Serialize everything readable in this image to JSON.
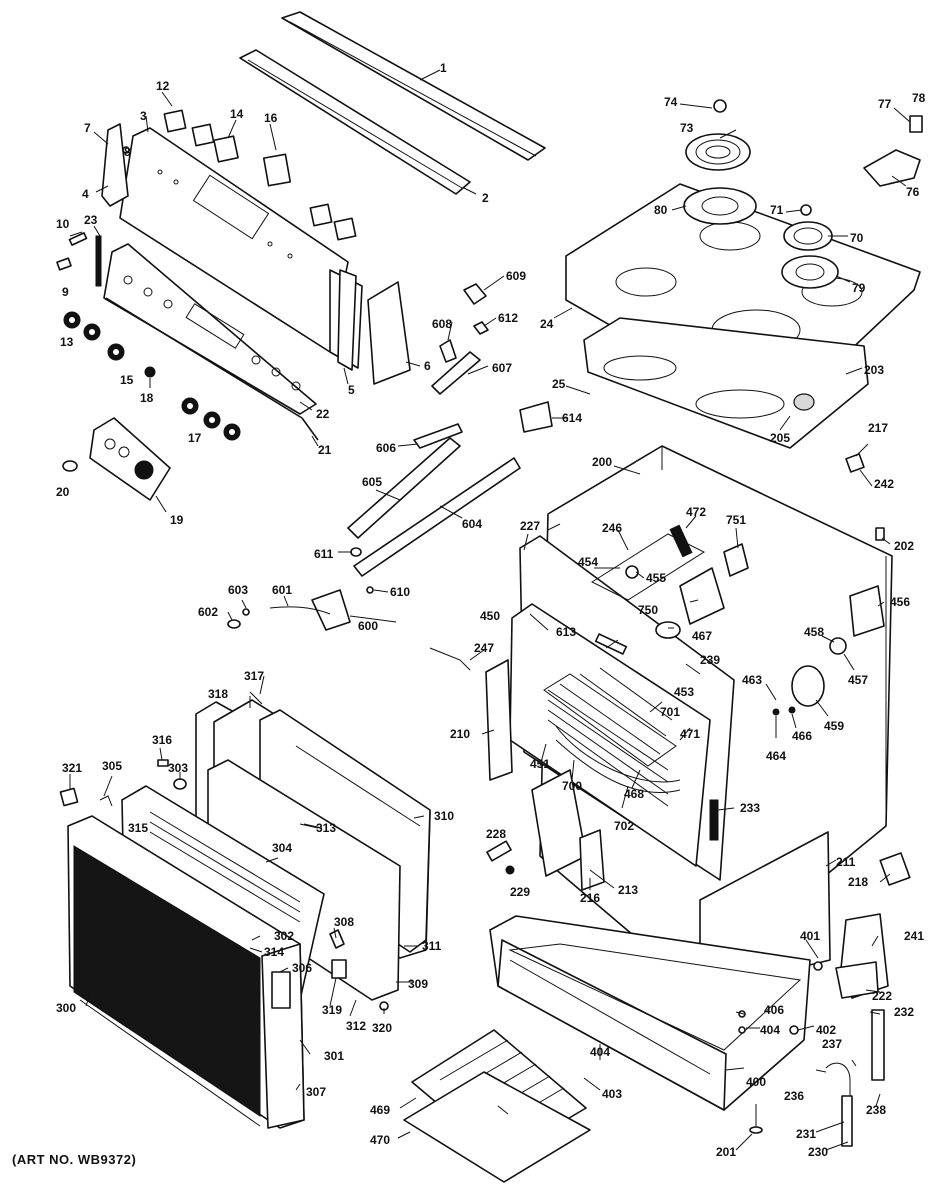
{
  "diagram": {
    "art_number": "(ART NO. WB9372)",
    "callouts": [
      {
        "id": "c1",
        "text": "1"
      },
      {
        "id": "c2",
        "text": "2"
      },
      {
        "id": "c3",
        "text": "3"
      },
      {
        "id": "c4",
        "text": "4"
      },
      {
        "id": "c5",
        "text": "5"
      },
      {
        "id": "c6",
        "text": "6"
      },
      {
        "id": "c7",
        "text": "7"
      },
      {
        "id": "c8",
        "text": "8"
      },
      {
        "id": "c9",
        "text": "9"
      },
      {
        "id": "c10",
        "text": "10"
      },
      {
        "id": "c12",
        "text": "12"
      },
      {
        "id": "c13",
        "text": "13"
      },
      {
        "id": "c14",
        "text": "14"
      },
      {
        "id": "c15",
        "text": "15"
      },
      {
        "id": "c16",
        "text": "16"
      },
      {
        "id": "c17",
        "text": "17"
      },
      {
        "id": "c18",
        "text": "18"
      },
      {
        "id": "c19",
        "text": "19"
      },
      {
        "id": "c20",
        "text": "20"
      },
      {
        "id": "c21",
        "text": "21"
      },
      {
        "id": "c22",
        "text": "22"
      },
      {
        "id": "c23",
        "text": "23"
      },
      {
        "id": "c24",
        "text": "24"
      },
      {
        "id": "c25",
        "text": "25"
      },
      {
        "id": "c70",
        "text": "70"
      },
      {
        "id": "c71",
        "text": "71"
      },
      {
        "id": "c73",
        "text": "73"
      },
      {
        "id": "c74",
        "text": "74"
      },
      {
        "id": "c76",
        "text": "76"
      },
      {
        "id": "c77",
        "text": "77"
      },
      {
        "id": "c78",
        "text": "78"
      },
      {
        "id": "c79",
        "text": "79"
      },
      {
        "id": "c80",
        "text": "80"
      },
      {
        "id": "c200",
        "text": "200"
      },
      {
        "id": "c201",
        "text": "201"
      },
      {
        "id": "c202",
        "text": "202"
      },
      {
        "id": "c203",
        "text": "203"
      },
      {
        "id": "c205",
        "text": "205"
      },
      {
        "id": "c210",
        "text": "210"
      },
      {
        "id": "c211",
        "text": "211"
      },
      {
        "id": "c213",
        "text": "213"
      },
      {
        "id": "c216",
        "text": "216"
      },
      {
        "id": "c217",
        "text": "217"
      },
      {
        "id": "c218",
        "text": "218"
      },
      {
        "id": "c222",
        "text": "222"
      },
      {
        "id": "c227",
        "text": "227"
      },
      {
        "id": "c228",
        "text": "228"
      },
      {
        "id": "c229",
        "text": "229"
      },
      {
        "id": "c230",
        "text": "230"
      },
      {
        "id": "c231",
        "text": "231"
      },
      {
        "id": "c232",
        "text": "232"
      },
      {
        "id": "c233",
        "text": "233"
      },
      {
        "id": "c236",
        "text": "236"
      },
      {
        "id": "c237",
        "text": "237"
      },
      {
        "id": "c238",
        "text": "238"
      },
      {
        "id": "c239",
        "text": "239"
      },
      {
        "id": "c241",
        "text": "241"
      },
      {
        "id": "c242",
        "text": "242"
      },
      {
        "id": "c246",
        "text": "246"
      },
      {
        "id": "c247",
        "text": "247"
      },
      {
        "id": "c300",
        "text": "300"
      },
      {
        "id": "c301",
        "text": "301"
      },
      {
        "id": "c302",
        "text": "302"
      },
      {
        "id": "c303",
        "text": "303"
      },
      {
        "id": "c304",
        "text": "304"
      },
      {
        "id": "c305",
        "text": "305"
      },
      {
        "id": "c306",
        "text": "306"
      },
      {
        "id": "c307",
        "text": "307"
      },
      {
        "id": "c308",
        "text": "308"
      },
      {
        "id": "c309",
        "text": "309"
      },
      {
        "id": "c310",
        "text": "310"
      },
      {
        "id": "c311",
        "text": "311"
      },
      {
        "id": "c312",
        "text": "312"
      },
      {
        "id": "c313",
        "text": "313"
      },
      {
        "id": "c314",
        "text": "314"
      },
      {
        "id": "c315",
        "text": "315"
      },
      {
        "id": "c316",
        "text": "316"
      },
      {
        "id": "c317",
        "text": "317"
      },
      {
        "id": "c318",
        "text": "318"
      },
      {
        "id": "c319",
        "text": "319"
      },
      {
        "id": "c320",
        "text": "320"
      },
      {
        "id": "c321",
        "text": "321"
      },
      {
        "id": "c400",
        "text": "400"
      },
      {
        "id": "c401",
        "text": "401"
      },
      {
        "id": "c402",
        "text": "402"
      },
      {
        "id": "c403",
        "text": "403"
      },
      {
        "id": "c404a",
        "text": "404"
      },
      {
        "id": "c404b",
        "text": "404"
      },
      {
        "id": "c406",
        "text": "406"
      },
      {
        "id": "c450",
        "text": "450"
      },
      {
        "id": "c451",
        "text": "451"
      },
      {
        "id": "c453",
        "text": "453"
      },
      {
        "id": "c454",
        "text": "454"
      },
      {
        "id": "c455",
        "text": "455"
      },
      {
        "id": "c456",
        "text": "456"
      },
      {
        "id": "c457",
        "text": "457"
      },
      {
        "id": "c458",
        "text": "458"
      },
      {
        "id": "c459",
        "text": "459"
      },
      {
        "id": "c463",
        "text": "463"
      },
      {
        "id": "c464",
        "text": "464"
      },
      {
        "id": "c466",
        "text": "466"
      },
      {
        "id": "c467",
        "text": "467"
      },
      {
        "id": "c468",
        "text": "468"
      },
      {
        "id": "c469",
        "text": "469"
      },
      {
        "id": "c470",
        "text": "470"
      },
      {
        "id": "c471",
        "text": "471"
      },
      {
        "id": "c472",
        "text": "472"
      },
      {
        "id": "c600",
        "text": "600"
      },
      {
        "id": "c601",
        "text": "601"
      },
      {
        "id": "c602",
        "text": "602"
      },
      {
        "id": "c603",
        "text": "603"
      },
      {
        "id": "c604",
        "text": "604"
      },
      {
        "id": "c605",
        "text": "605"
      },
      {
        "id": "c606",
        "text": "606"
      },
      {
        "id": "c607",
        "text": "607"
      },
      {
        "id": "c608",
        "text": "608"
      },
      {
        "id": "c609",
        "text": "609"
      },
      {
        "id": "c610",
        "text": "610"
      },
      {
        "id": "c611",
        "text": "611"
      },
      {
        "id": "c612",
        "text": "612"
      },
      {
        "id": "c613",
        "text": "613"
      },
      {
        "id": "c614",
        "text": "614"
      },
      {
        "id": "c700",
        "text": "700"
      },
      {
        "id": "c701",
        "text": "701"
      },
      {
        "id": "c702",
        "text": "702"
      },
      {
        "id": "c750",
        "text": "750"
      },
      {
        "id": "c751",
        "text": "751"
      }
    ]
  }
}
